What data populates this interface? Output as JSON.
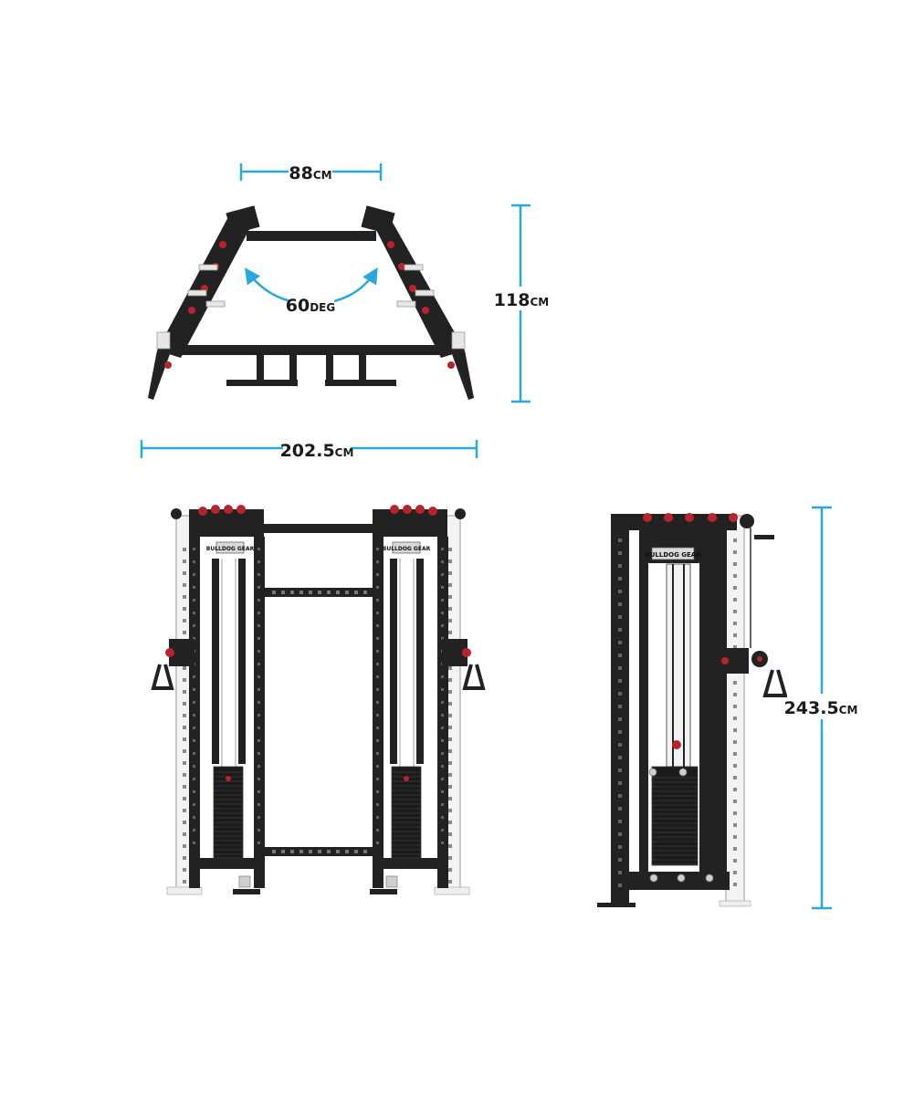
{
  "colors": {
    "dimension": "#29a8e0",
    "steel": "#222222",
    "accent": "#b8242c",
    "upright_white": "#f3f3f3"
  },
  "top_view": {
    "top_width": {
      "value": "88",
      "unit": "CM"
    },
    "angle": {
      "value": "60",
      "unit": "DEG"
    },
    "depth": {
      "value": "118",
      "unit": "CM"
    },
    "total_width": {
      "value": "202.5",
      "unit": "CM"
    }
  },
  "front_view": {
    "brand_label_left": "BULLDOG GEAR",
    "brand_label_right": "BULLDOG GEAR"
  },
  "side_view": {
    "brand_label": "BULLDOG GEAR",
    "height": {
      "value": "243.5",
      "unit": "CM"
    }
  }
}
